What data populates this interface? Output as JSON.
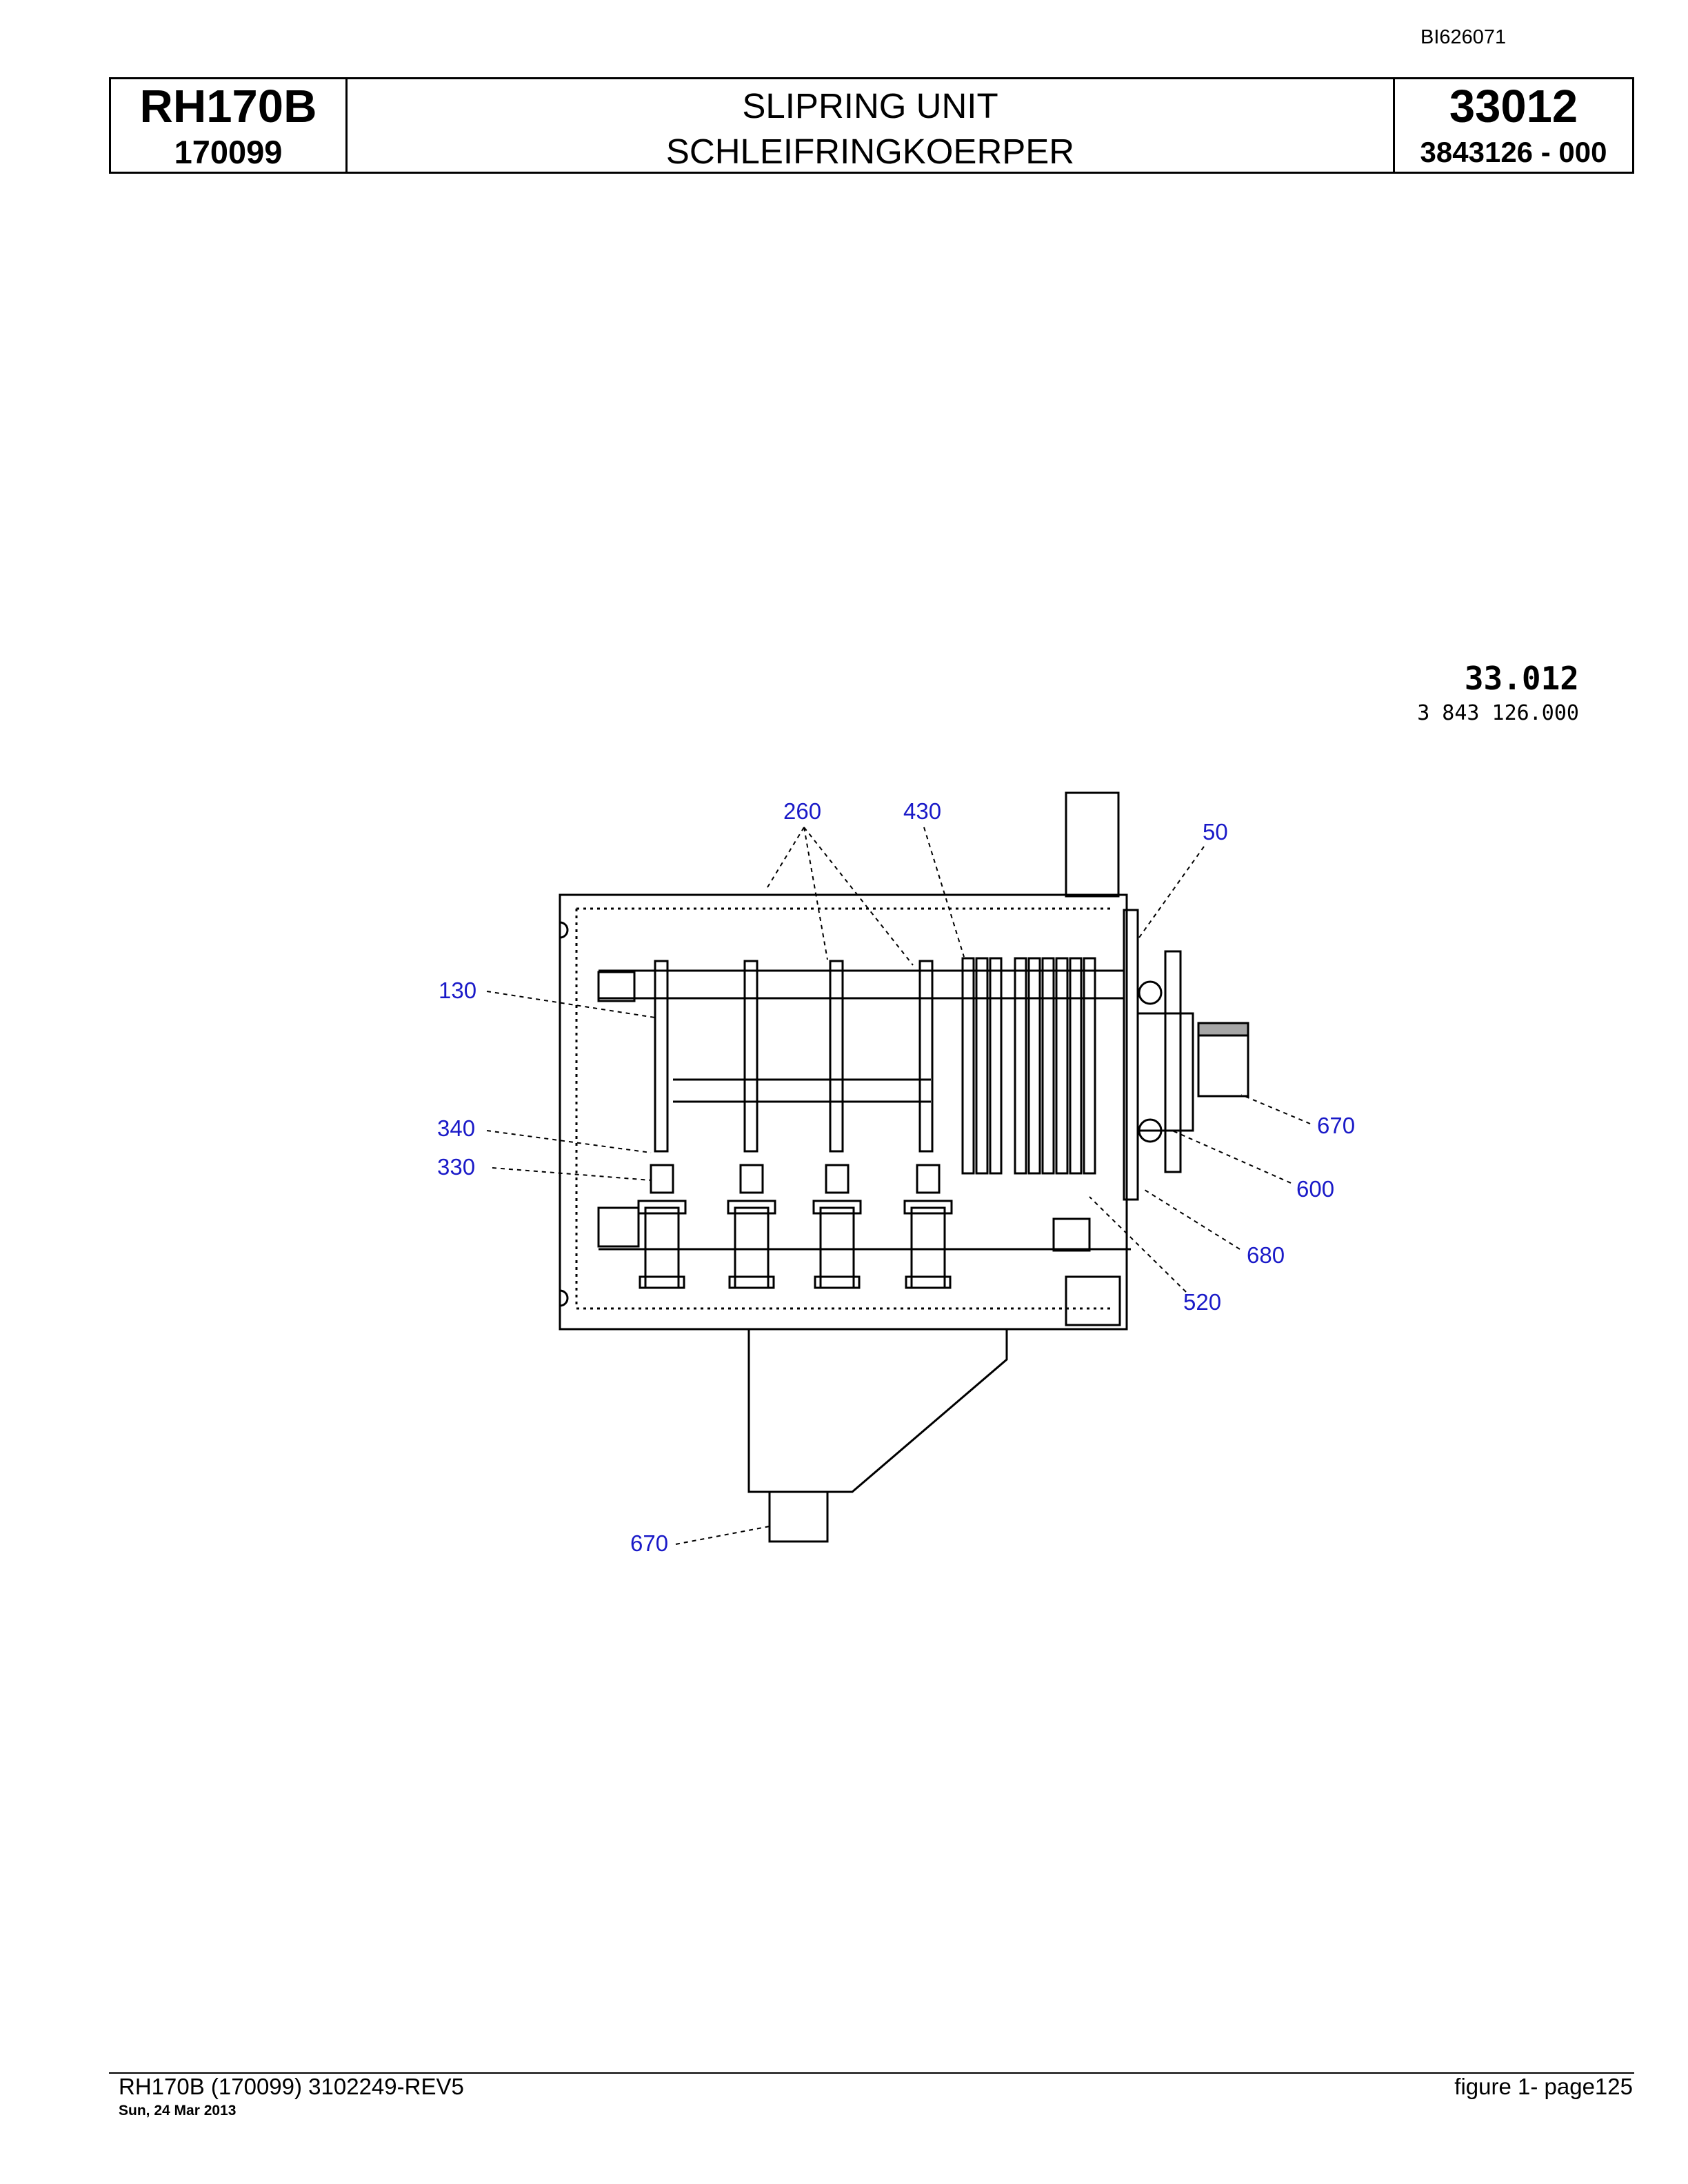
{
  "header": {
    "doc_id": "BI626071",
    "model": "RH170B",
    "serial": "170099",
    "title_en": "SLIPRING UNIT",
    "title_de": "SCHLEIFRINGKOERPER",
    "group": "33012",
    "part_number": "3843126 - 000"
  },
  "drawing": {
    "stamp_group": "33.012",
    "stamp_part": "3 843 126.000",
    "callouts": [
      "260",
      "430",
      "50",
      "130",
      "340",
      "330",
      "670",
      "600",
      "680",
      "520",
      "670"
    ],
    "callout_color": "#1a1ac8"
  },
  "footer": {
    "left": "RH170B (170099) 3102249-REV5",
    "date": "Sun, 24 Mar 2013",
    "right": "figure  1- page125"
  }
}
